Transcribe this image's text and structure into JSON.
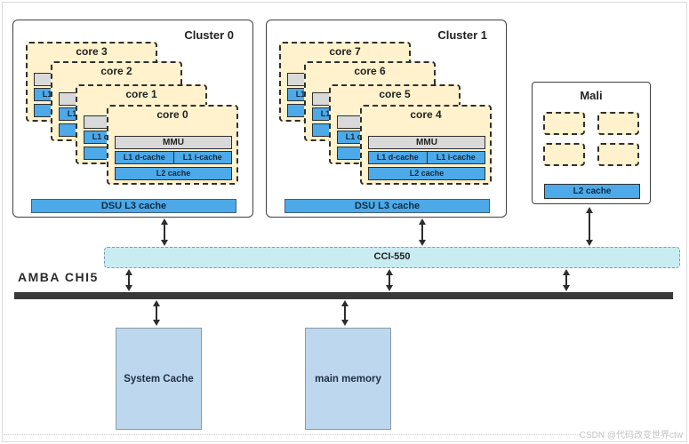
{
  "clusters": [
    {
      "title": "Cluster 0",
      "cores": [
        "core 3",
        "core 2",
        "core 1",
        "core 0"
      ],
      "dsu": "DSU L3 cache"
    },
    {
      "title": "Cluster 1",
      "cores": [
        "core 7",
        "core 6",
        "core 5",
        "core 4"
      ],
      "dsu": "DSU L3 cache"
    }
  ],
  "core_internals": {
    "mmu": "MMU",
    "l1d": "L1 d-cache",
    "l1i": "L1 i-cache",
    "l2": "L2 cache"
  },
  "mali": {
    "title": "Mali",
    "l2": "L2 cache",
    "shader_core_count": 4
  },
  "interconnect": {
    "label": "CCI-550"
  },
  "bus": {
    "label": "AMBA CHI5"
  },
  "memory": {
    "system_cache": "System Cache",
    "main_memory": "main memory"
  },
  "watermark": "CSDN @代码改变世界ctw",
  "colors": {
    "core_fill": "#fff2cc",
    "cache_blue": "#4da9e8",
    "mmu_gray": "#d9d9d9",
    "interconnect_cyan": "#c9ecf2",
    "memory_blue": "#bdd7ee",
    "bus_dark": "#383838"
  }
}
